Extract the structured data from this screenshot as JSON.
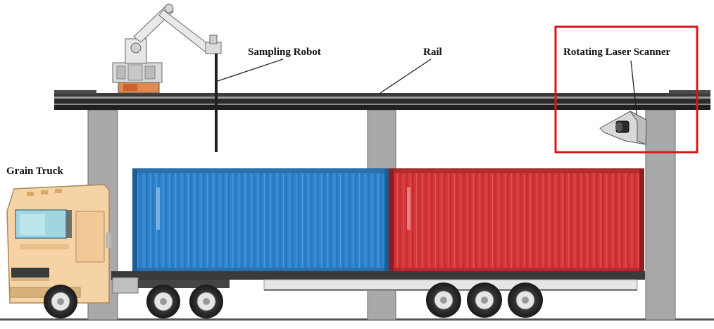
{
  "labels": {
    "sampling_robot": "Sampling Robot",
    "rail": "Rail",
    "rotating_laser_scanner": "Rotating Laser Scanner",
    "grain_truck": "Grain Truck"
  },
  "colors": {
    "beam": "#2b2b2b",
    "pillar": "#a9a9a9",
    "blue_container": "#2f86cf",
    "red_container": "#d8383a",
    "truck_cab": "#f6d3a4",
    "highlight_box": "#d9161d"
  },
  "icons": [
    "sampling-robot-arm-icon",
    "laser-scanner-icon",
    "truck-cab-icon",
    "wheel-icon"
  ]
}
